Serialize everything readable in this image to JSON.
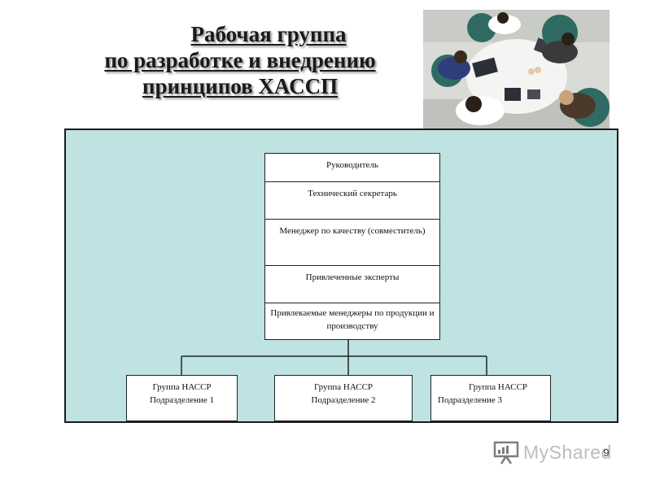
{
  "title": {
    "line1": "Рабочая группа",
    "line2": "по разработке и внедрению",
    "line3": "принципов ХАССП"
  },
  "roles": [
    {
      "text": "Руководитель"
    },
    {
      "text": "Технический секретарь"
    },
    {
      "text": "Менеджер по качеству (совместитель)"
    },
    {
      "text": "Привлеченные эксперты"
    },
    {
      "text": "Привлекаемые менеджеры по продукции и производству"
    }
  ],
  "groups": [
    {
      "name": "Группа НАССР",
      "division": "Подразделение 1"
    },
    {
      "name": "Группа НАССР",
      "division": "Подразделение 2"
    },
    {
      "name": "Группа НАССР",
      "division": "Подразделение 3"
    }
  ],
  "footer": {
    "logo_text": "MyShared",
    "logo_icon": "presentation-board-icon",
    "page_number": "9"
  },
  "colors": {
    "panel_bg": "#bfe2e3",
    "title_text": "#1a1a1a",
    "logo_text": "#bdbdbd"
  }
}
